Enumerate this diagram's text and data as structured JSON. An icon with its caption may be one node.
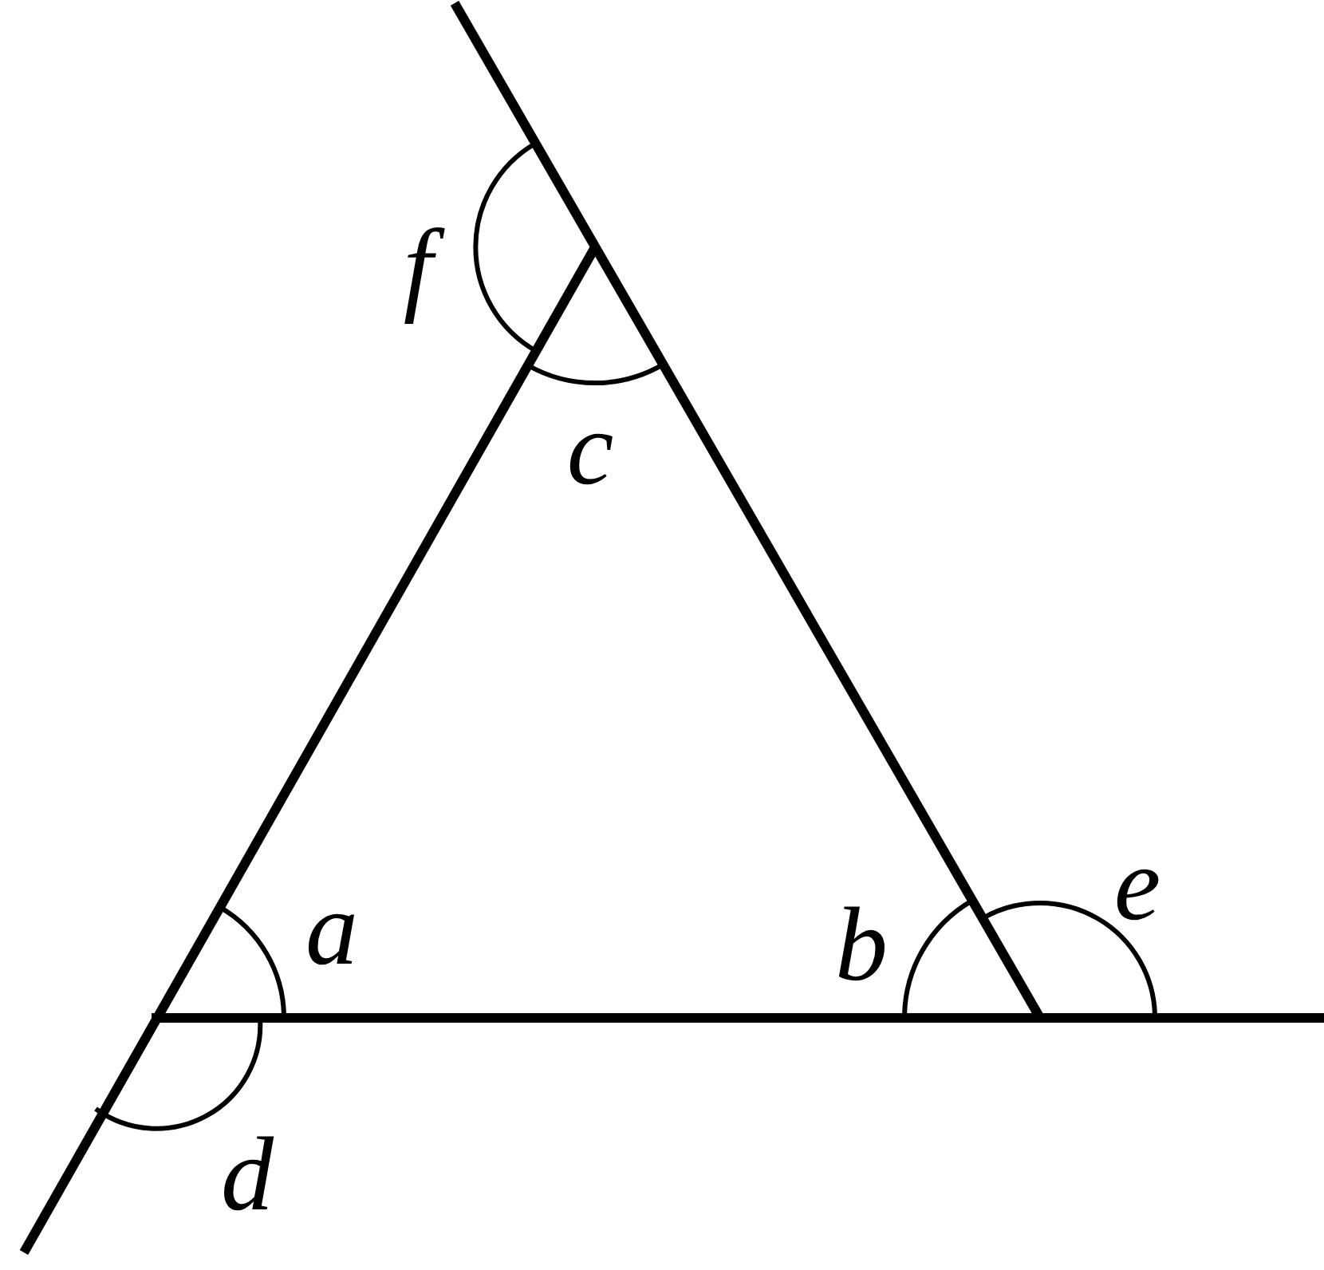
{
  "diagram": {
    "labels": [
      "f",
      "c",
      "e",
      "a",
      "b",
      "d"
    ]
  }
}
